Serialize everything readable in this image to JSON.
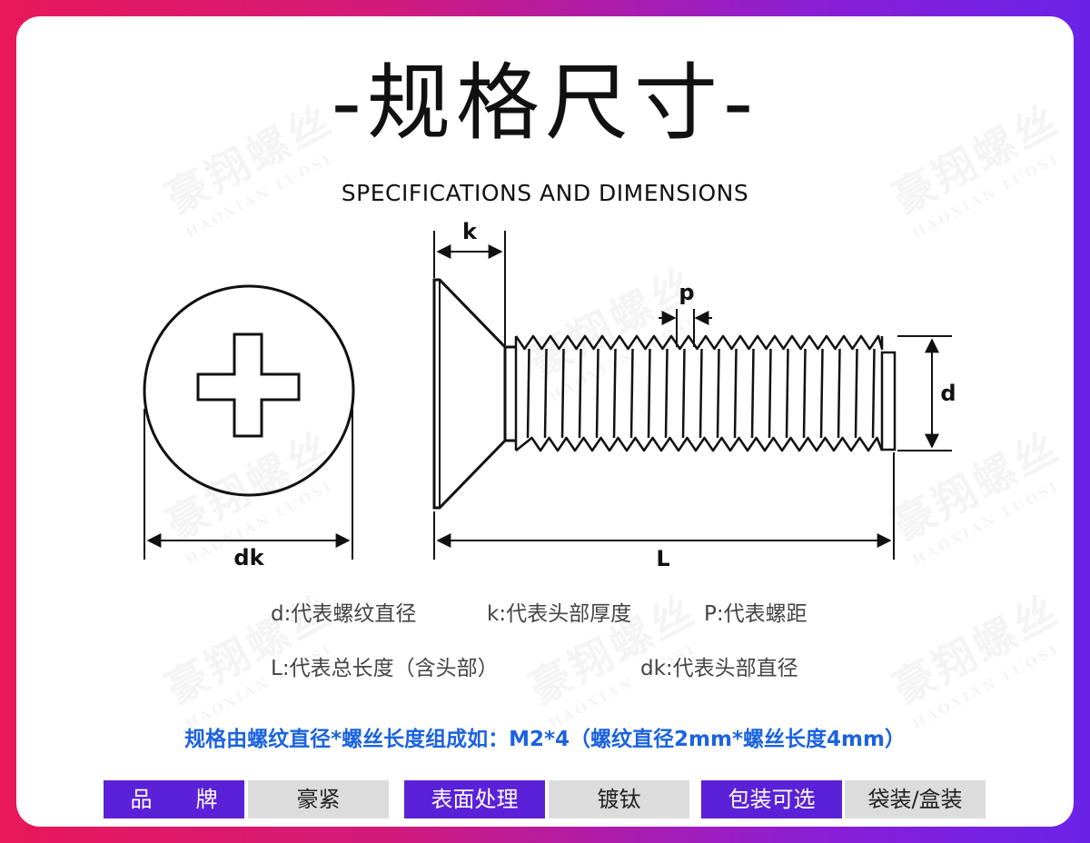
{
  "title": "-规格尺寸-",
  "subtitle": "SPECIFICATIONS AND DIMENSIONS",
  "watermark": {
    "brand": "豪翔螺丝",
    "brand_en": "HAOXIAN LUOSI"
  },
  "diagram_labels": {
    "k": "k",
    "p": "p",
    "d": "d",
    "dk": "dk",
    "L": "L"
  },
  "legend": {
    "d": "d:代表螺纹直径",
    "k": "k:代表头部厚度",
    "p": "P:代表螺距",
    "L": "L:代表总长度（含头部）",
    "dk": "dk:代表头部直径"
  },
  "example": "规格由螺纹直径*螺丝长度组成如：M2*4（螺纹直径2mm*螺丝长度4mm）",
  "specs": [
    {
      "label": "品　　牌",
      "value": "豪紧"
    },
    {
      "label": "表面处理",
      "value": "镀钛"
    },
    {
      "label": "包装可选",
      "value": "袋装/盒装"
    }
  ],
  "colors": {
    "accent_purple": "#5b21d8",
    "example_blue": "#1b63e0",
    "gradient_start": "#e8185a",
    "gradient_end": "#6a22e8"
  }
}
